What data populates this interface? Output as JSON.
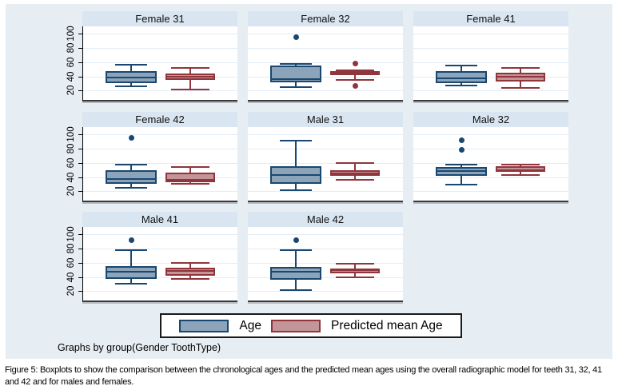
{
  "figure": {
    "note": "Graphs by group(Gender ToothType)",
    "caption": "Figure 5: Boxplots to show the comparison between the chronological ages and the predicted mean ages using the overall radiographic model for teeth 31, 32, 41 and 42 and for males and females.",
    "legend": {
      "items": [
        {
          "label": "Age"
        },
        {
          "label": "Predicted mean Age"
        }
      ]
    }
  },
  "chart_data": {
    "type": "boxplot",
    "layout_note": "3-column trellis of 8 panels (by Gender ToothType), legend bottom-center, y tick labels rotated 90deg on left column only",
    "y_ticks": [
      20,
      40,
      60,
      80,
      100
    ],
    "ylim": [
      7,
      110
    ],
    "series": [
      "Age",
      "Predicted mean Age"
    ],
    "colors": {
      "figure_bg": "#e6eef4",
      "panel_header_bg": "#d9e5f0",
      "plot_bg": "#ffffff",
      "gridline": "#e3ecf5",
      "age_fill": "#8ca4ba",
      "age_border": "#1a476f",
      "predicted_fill": "#c49598",
      "predicted_border": "#90353b",
      "axis": "#000000"
    },
    "panels": [
      {
        "title": "Female 31",
        "boxes": [
          {
            "series": "Age",
            "low": 26,
            "q1": 30,
            "median": 38,
            "q3": 47,
            "high": 56,
            "outliers": []
          },
          {
            "series": "Predicted mean Age",
            "low": 22,
            "q1": 35,
            "median": 39,
            "q3": 44,
            "high": 52,
            "outliers": []
          }
        ]
      },
      {
        "title": "Female 32",
        "boxes": [
          {
            "series": "Age",
            "low": 25,
            "q1": 32,
            "median": 36,
            "q3": 55,
            "high": 57,
            "outliers": [
              95
            ]
          },
          {
            "series": "Predicted mean Age",
            "low": 35,
            "q1": 42,
            "median": 44,
            "q3": 47,
            "high": 48,
            "outliers": [
              58,
              27
            ]
          }
        ]
      },
      {
        "title": "Female 41",
        "boxes": [
          {
            "series": "Age",
            "low": 27,
            "q1": 31,
            "median": 37,
            "q3": 47,
            "high": 55,
            "outliers": []
          },
          {
            "series": "Predicted mean Age",
            "low": 24,
            "q1": 33,
            "median": 40,
            "q3": 45,
            "high": 52,
            "outliers": []
          }
        ]
      },
      {
        "title": "Female 42",
        "boxes": [
          {
            "series": "Age",
            "low": 25,
            "q1": 31,
            "median": 37,
            "q3": 50,
            "high": 57,
            "outliers": [
              95
            ]
          },
          {
            "series": "Predicted mean Age",
            "low": 30,
            "q1": 33,
            "median": 36,
            "q3": 46,
            "high": 54,
            "outliers": []
          }
        ]
      },
      {
        "title": "Male 31",
        "boxes": [
          {
            "series": "Age",
            "low": 21,
            "q1": 31,
            "median": 43,
            "q3": 55,
            "high": 91,
            "outliers": []
          },
          {
            "series": "Predicted mean Age",
            "low": 36,
            "q1": 42,
            "median": 45,
            "q3": 49,
            "high": 60,
            "outliers": []
          }
        ]
      },
      {
        "title": "Male 32",
        "boxes": [
          {
            "series": "Age",
            "low": 29,
            "q1": 42,
            "median": 48,
            "q3": 54,
            "high": 57,
            "outliers": [
              78,
              92
            ]
          },
          {
            "series": "Predicted mean Age",
            "low": 43,
            "q1": 47,
            "median": 50,
            "q3": 55,
            "high": 57,
            "outliers": []
          }
        ]
      },
      {
        "title": "Male 41",
        "boxes": [
          {
            "series": "Age",
            "low": 30,
            "q1": 37,
            "median": 47,
            "q3": 55,
            "high": 78,
            "outliers": [
              92
            ]
          },
          {
            "series": "Predicted mean Age",
            "low": 37,
            "q1": 42,
            "median": 48,
            "q3": 53,
            "high": 60,
            "outliers": []
          }
        ]
      },
      {
        "title": "Male 42",
        "boxes": [
          {
            "series": "Age",
            "low": 21,
            "q1": 36,
            "median": 47,
            "q3": 54,
            "high": 78,
            "outliers": [
              92
            ]
          },
          {
            "series": "Predicted mean Age",
            "low": 40,
            "q1": 45,
            "median": 49,
            "q3": 52,
            "high": 58,
            "outliers": []
          }
        ]
      }
    ]
  }
}
